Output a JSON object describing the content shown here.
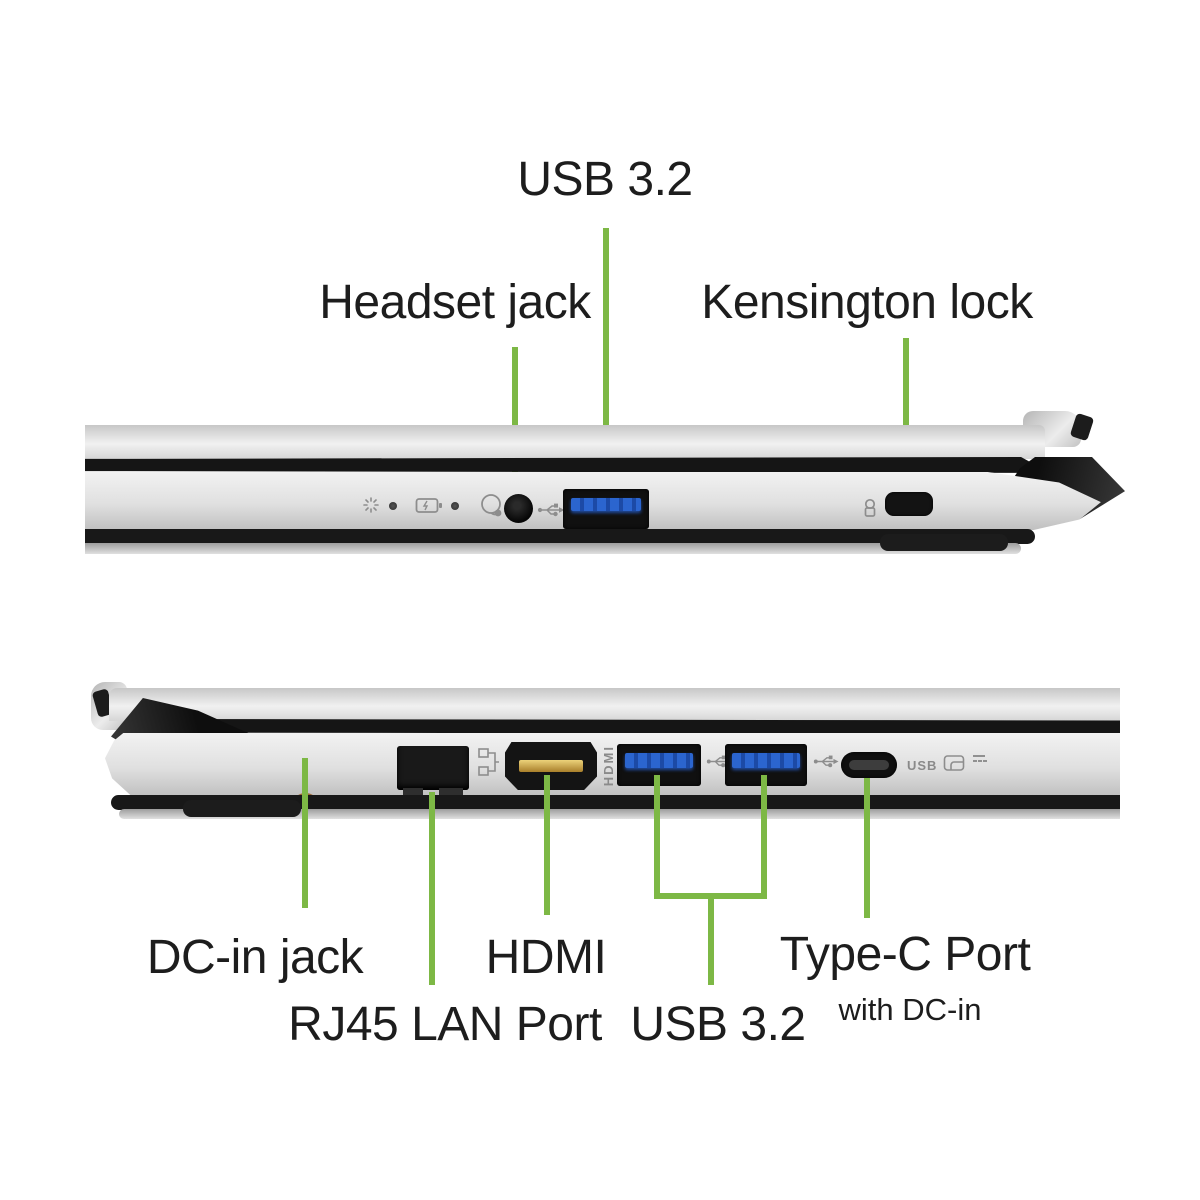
{
  "colors": {
    "accent_green": "#7db845",
    "usb_blue": "#2b65cf",
    "hdmi_gold": "#c9a23e",
    "dc_copper": "#9c6a36",
    "chassis_black": "#151515",
    "label_text": "#1d1d1d"
  },
  "top_view": {
    "labels": {
      "usb": "USB 3.2",
      "headset": "Headset jack",
      "kensington": "Kensington lock"
    }
  },
  "bottom_view": {
    "labels": {
      "dcin": "DC-in jack",
      "rj45": "RJ45 LAN Port",
      "hdmi": "HDMI",
      "usb": "USB 3.2",
      "typec": "Type-C Port",
      "typec_sub": "with DC-in"
    },
    "markings": {
      "hdmi": "HDMI",
      "usb": "USB"
    }
  }
}
